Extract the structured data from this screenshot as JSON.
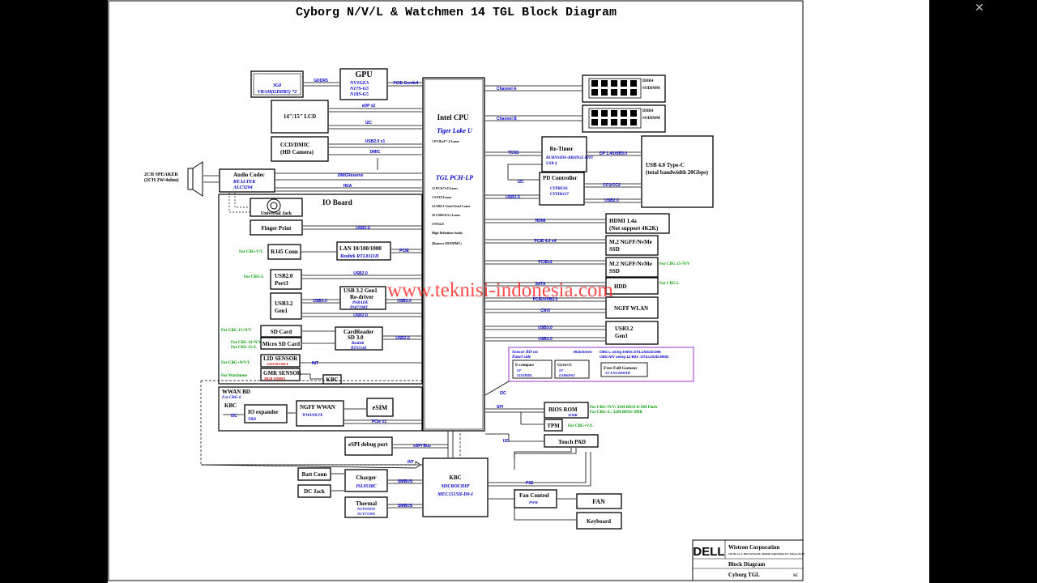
{
  "window": {
    "close_glyph": "✕"
  },
  "diagram": {
    "title": "Cyborg N/V/L & Watchmen 14 TGL Block Diagram",
    "watermark": "www.teknisi-indonesia.com",
    "gpu": {
      "label": "GPU",
      "parts": [
        "NV1GZA",
        "N17S-G5",
        "N18S-G5"
      ],
      "bus": "PCIE Gen4x4"
    },
    "vram": {
      "lines": [
        "3G8",
        "VRAM(GDDR5) *2"
      ],
      "bus": "GDDR5"
    },
    "lcd": {
      "label": "14\"/15\" LCD",
      "buses": [
        "eDP x2",
        "I2C"
      ]
    },
    "camera": {
      "lines": [
        "CCD/DMIC",
        "(HD Camera)"
      ],
      "buses": [
        "USB2.0 x1",
        "DMIC"
      ]
    },
    "speaker": {
      "lines": [
        "2CH SPEAKER",
        "(2CH 2W/4ohm)"
      ]
    },
    "audio_codec": {
      "label": "Audio Codec",
      "parts": [
        "REALTEK",
        "ALC3204"
      ],
      "buses": [
        "DMIC",
        "HDA"
      ],
      "note": "Reserve"
    },
    "universal_jack": "Universal Jack",
    "io_board": "IO Board",
    "finger_print": {
      "label": "Finger Print",
      "bus": "USB2.0"
    },
    "rj45": {
      "label": "RJ45 Conn",
      "note": "For CBG-V/L"
    },
    "lan": {
      "label": "LAN 10/100/1000",
      "part": "Realtek RTL8111H",
      "bus": "PCIE"
    },
    "usb20_port3": {
      "lines": [
        "USB2.0",
        "Port3"
      ],
      "note": "For CBG-L",
      "bus": "USB2.0"
    },
    "usb32_gen1_left": {
      "lines": [
        "USB3.2",
        "Gen1"
      ],
      "buses": [
        "USB3.0",
        "USB3.0",
        "USB2.0"
      ]
    },
    "redriver": {
      "lines": [
        "USB 3.2 Gen1",
        "Re-driver"
      ],
      "parts": [
        "PARADE",
        "PS8719BT"
      ]
    },
    "sd_card": {
      "label": "SD Card",
      "note": "For CBG 15+N/V"
    },
    "micro_sd": {
      "label": "Micro SD Card",
      "note": [
        "For CBG 14+N/V/L",
        "For CBG 15+L"
      ]
    },
    "card_reader": {
      "lines": [
        "CardReader",
        "SD 3.0"
      ],
      "parts": [
        "Realtek",
        "RTS5144"
      ],
      "bus": "USB2.0"
    },
    "lid_sensor": {
      "label": "LID SENSOR",
      "part": "A3212ECHLT",
      "note": "For CBG+N/V/L",
      "bus": "INT"
    },
    "gmr_sensor": {
      "label": "GMR SENSOR",
      "part": "MGR-DMR01",
      "note": "For Watchmen"
    },
    "kbc_small": "KBC",
    "wwan_bd": {
      "label": "WWAN BD",
      "note": "For CBG-L"
    },
    "kbc_wwan": {
      "label": "KBC",
      "bus": "I2C"
    },
    "io_expander": {
      "label": "IO expander",
      "part": "TBD"
    },
    "ngff_wwan": {
      "label": "NGFF WWAN",
      "part": "WWAN8.TE",
      "bus": "PCIe x1"
    },
    "esim": "eSIM",
    "espi_debug": {
      "label": "eSPI debug port",
      "bus": "eSPI Bus"
    },
    "cpu": {
      "label": "Intel CPU",
      "sub": "Tiger Lake U",
      "pcie_note": "1 PCIEx8 * 4 Lanes",
      "pch": "TGL PCH-LP",
      "features": [
        "12 PCIe*3.0 Lanes",
        "2 SATA Lanes",
        "4 USB3.1 Gen1/Gen2 Lanes",
        "10 USB2.0/3.1 Lanes",
        "CNVi2.0",
        "High Definition Audio",
        "(Remove SD/EMMC)"
      ]
    },
    "ddr_channels": [
      "Channel A",
      "Channel B"
    ],
    "ddr4": [
      {
        "lines": [
          "DDR4",
          "SODIMM"
        ]
      },
      {
        "lines": [
          "DDR4",
          "SODIMM"
        ]
      }
    ],
    "retimer": {
      "label": "Re-Timer",
      "parts": [
        "BURNSIDE-BRIDGE 8010",
        "USB 4"
      ],
      "buses": [
        "TCSS",
        "DP 1.4/USB3.0"
      ]
    },
    "usb4": {
      "lines": [
        "USB 4.0 Type-C",
        "(total bandwidth 20Gbps)"
      ]
    },
    "pd_controller": {
      "label": "PD Controller",
      "parts": [
        "CYPRESS",
        "CYPD6127"
      ],
      "buses": [
        "I2C",
        "CC1/CC2",
        "USB2.0",
        "USB2.0"
      ]
    },
    "hdmi": {
      "lines": [
        "HDMI 1.4a",
        "(Not support 4K2K)"
      ],
      "bus": "HDMI"
    },
    "m2_ssd1": {
      "lines": [
        "M.2 NGFF/NvMe",
        "SSD"
      ],
      "bus": "PCIE 4.0 x4"
    },
    "m2_ssd2": {
      "lines": [
        "M.2 NGFF/NvMe",
        "SSD"
      ],
      "bus": "PCIEx2",
      "note": "For CBG 15+N/V"
    },
    "hdd": {
      "label": "HDD",
      "bus": "SATA",
      "note": "For CBG L"
    },
    "ngff_wlan": {
      "label": "NGFF WLAN",
      "buses": [
        "PCIE/USB2.0",
        "CNVi"
      ]
    },
    "usb32_gen1_right": {
      "lines": [
        "USB3.2",
        "Gen1"
      ],
      "buses": [
        "USB3.0",
        "USB2.0"
      ]
    },
    "sensor_bd": {
      "lines": [
        "Sensor BD on",
        "Panel side"
      ],
      "note": "Watchmen",
      "ecompass": [
        "E-compass",
        "ST",
        "LIS2MDL"
      ],
      "gyro": [
        "Gyro+G",
        "ST",
        "LSM6DS3"
      ]
    },
    "gsensor_note": [
      "CBG L using 8 Bits:ST4.LNG2D.006",
      "CBG N/V using 12 Bits :ST4.LIS2D.M002"
    ],
    "free_fall": {
      "label": "Free Fall Gsensor",
      "part": "ST LNG2DMTR"
    },
    "bios_rom": {
      "label": "BIOS ROM",
      "part": "32MB",
      "bus": "SPI",
      "note": [
        "For CBG+N/V: 32M BIOS 8/ 8M Flash",
        "For CBG+L: 32M BIOS/ 8MB"
      ]
    },
    "tpm": {
      "label": "TPM",
      "note": "For CBG+V/L"
    },
    "touchpad": {
      "label": "Touch PAD",
      "bus": "I2C"
    },
    "i2c_cpu": "I2C",
    "kbc": {
      "label": "KBC",
      "parts": [
        "MICROCHIP",
        "MEC1515H-D0-I"
      ],
      "bus": "INT",
      "ps2": "PS2"
    },
    "batt_conn": "Batt Conn",
    "dc_jack": "DC Jack",
    "charger": {
      "label": "Charger",
      "part": "ISL9538C",
      "bus": "SMBUS"
    },
    "thermal": {
      "label": "Thermal",
      "parts": [
        "NUVOTON",
        "NCT7718W"
      ],
      "bus": "SMBUS"
    },
    "fan_control": {
      "label": "Fan Control",
      "part": "PWM"
    },
    "fan": "FAN",
    "keyboard": "Keyboard",
    "title_block": {
      "brand": "DELL",
      "company": "Wistron Corporation",
      "address": "21F, 88, Sec.1, Hsin Tai Wu Rd., Hsichih, Taipei Hsien 221, Taiwan, R.O.C.",
      "title": "Block Diagram",
      "doc": "Cyborg TGL",
      "rev": "SC"
    }
  }
}
